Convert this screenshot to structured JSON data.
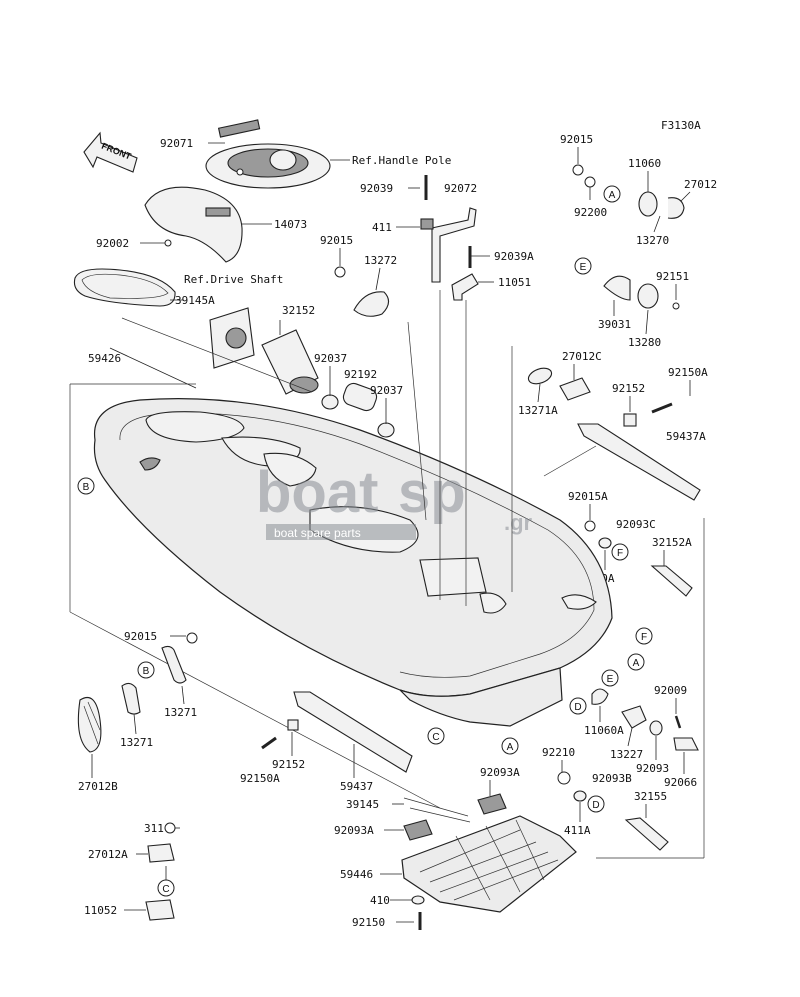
{
  "figure_code": "F3130A",
  "front_label": "FRONT",
  "watermark": {
    "brand_a": "boat",
    "brand_b": "sp",
    "suffix": ".gr",
    "tagline": "boat spare parts"
  },
  "refs": {
    "handle_pole": "Ref.Handle Pole",
    "drive_shaft": "Ref.Drive Shaft"
  },
  "parts": {
    "p92071": "92071",
    "p14073": "14073",
    "p92002": "92002",
    "p39145A": "39145A",
    "p59426": "59426",
    "p92039": "92039",
    "p92072": "92072",
    "p411": "411",
    "p92015_a": "92015",
    "p13272": "13272",
    "p92039A": "92039A",
    "p11051": "11051",
    "p32152_a": "32152",
    "p92037_a": "92037",
    "p92192": "92192",
    "p92037_b": "92037",
    "p92015_b": "92015",
    "p92200": "92200",
    "p11060": "11060",
    "p27012": "27012",
    "p13270": "13270",
    "p92151": "92151",
    "p39031": "39031",
    "p13280": "13280",
    "p27012C": "27012C",
    "p13271A": "13271A",
    "p92152_a": "92152",
    "p92150A_a": "92150A",
    "p59437A": "59437A",
    "p92015A": "92015A",
    "p92093C": "92093C",
    "p32152A": "32152A",
    "p410A": "410A",
    "p92015_c": "92015",
    "p13271_a": "13271",
    "p13271_b": "13271",
    "p27012B": "27012B",
    "p92152_b": "92152",
    "p92150A_b": "92150A",
    "p59437": "59437",
    "p92009": "92009",
    "p11060A": "11060A",
    "p13227": "13227",
    "p92093": "92093",
    "p92066": "92066",
    "p92210": "92210",
    "p92093B": "92093B",
    "p411A": "411A",
    "p32155": "32155",
    "p92093A_a": "92093A",
    "p39145": "39145",
    "p92093A_b": "92093A",
    "p59446": "59446",
    "p410": "410",
    "p92150": "92150",
    "p311": "311",
    "p27012A": "27012A",
    "p11052": "11052"
  },
  "callouts": {
    "A1": "A",
    "A2": "A",
    "A3": "A",
    "B1": "B",
    "B2": "B",
    "C1": "C",
    "C2": "C",
    "D1": "D",
    "D2": "D",
    "E1": "E",
    "E2": "E",
    "F1": "F",
    "F2": "F"
  }
}
